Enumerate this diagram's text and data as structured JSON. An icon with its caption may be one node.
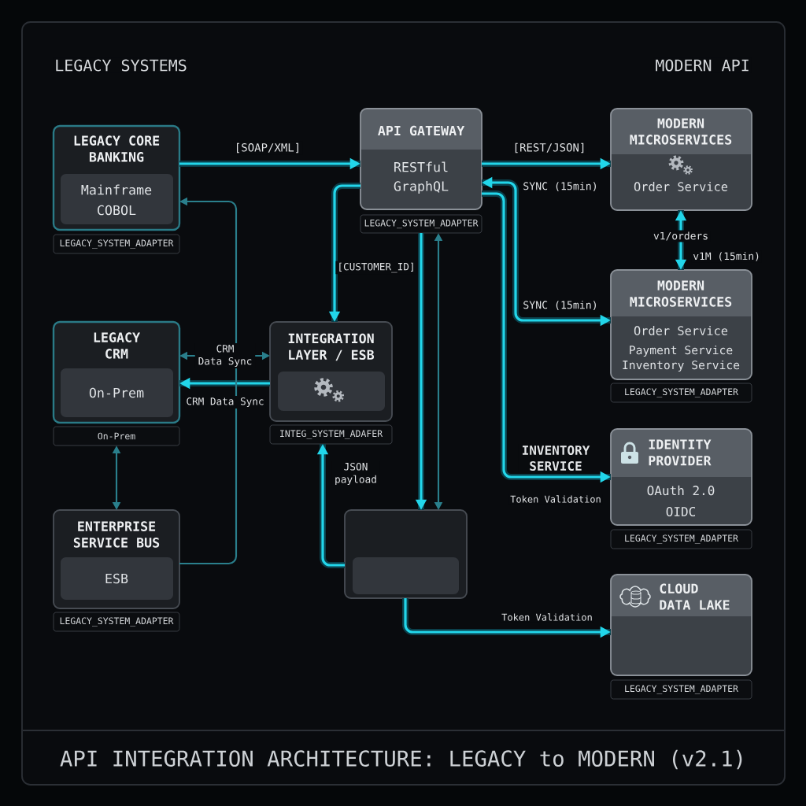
{
  "diagram": {
    "title": "API INTEGRATION ARCHITECTURE: LEGACY to MODERN (v2.1)",
    "nodes": [
      {
        "text": [
          "LEGACY CORE BANKING",
          "Mainframe",
          "COBOL"
        ],
        "beside": [
          "LEGACY_SYSTEM_ADAPTER"
        ]
      },
      {
        "text": [
          "API GATEWAY",
          "RESTful",
          "GraphQL"
        ],
        "beside": [
          "LEGACY_SYSTEM_ADAPTER"
        ]
      },
      {
        "text": [
          "MODERN MICROSERVICES",
          "Order Service"
        ]
      },
      {
        "text": [
          "MODERN MICROSERVICES",
          "Order Service",
          "Payment Service",
          "Inventory Service"
        ],
        "beside": [
          "LEGACY_SYSTEM_ADAPTER"
        ]
      },
      {
        "text": [
          "LEGACY CRM",
          "On-Prem"
        ],
        "beside": [
          "On-Prem"
        ]
      },
      {
        "text": [
          "INTEGRATION LAYER / ESB"
        ],
        "beside": [
          "INTEG_SYSTEM_ADAFER"
        ]
      },
      {
        "text": [
          "IDENTITY PROVIDER",
          "OAuth 2.0",
          "OIDC"
        ],
        "beside": [
          "LEGACY_SYSTEM_ADAPTER"
        ]
      },
      {
        "text": [
          "ENTERPRISE SERVICE BUS",
          "ESB"
        ],
        "beside": [
          "LEGACY_SYSTEM_ADAPTER"
        ]
      },
      {
        "text": [],
        "shape": "box"
      },
      {
        "text": [
          "CLOUD DATA LAKE"
        ],
        "beside": [
          "LEGACY_SYSTEM_ADAPTER"
        ]
      }
    ],
    "edges": [
      {
        "from": 0,
        "to": 1,
        "arrow": "to",
        "label": "[SOAP/XML]"
      },
      {
        "from": 1,
        "to": 2,
        "arrow": "to",
        "label": "[REST/JSON]"
      },
      {
        "from": 2,
        "to": 3,
        "arrow": "both",
        "label": "v1/orders"
      },
      {
        "from": 1,
        "to": 3,
        "arrow": "both",
        "label": "SYNC (15min)"
      },
      {
        "from": 1,
        "to": 6,
        "arrow": "to",
        "label": "Token Validation"
      },
      {
        "from": 1,
        "to": 5,
        "arrow": "to",
        "label": "[CUSTOMER_ID]"
      },
      {
        "from": 1,
        "to": 8,
        "arrow": "to"
      },
      {
        "from": 1,
        "to": 8,
        "arrow": "both",
        "color": "#2a7f8c"
      },
      {
        "from": 5,
        "to": 4,
        "arrow": "to",
        "label": "CRM Data Sync"
      },
      {
        "from": 4,
        "to": 5,
        "arrow": "both",
        "label": "CRM Data Sync",
        "color": "#2a7f8c"
      },
      {
        "from": 7,
        "to": 0,
        "arrow": "to",
        "color": "#2a7f8c"
      },
      {
        "from": 4,
        "to": 7,
        "arrow": "both",
        "color": "#2a7f8c"
      },
      {
        "from": 8,
        "to": 5,
        "arrow": "to",
        "label": "JSON payload"
      },
      {
        "from": 8,
        "to": 9,
        "arrow": "to",
        "label": "Token Validation"
      }
    ],
    "labels": [
      "LEGACY SYSTEMS",
      "MODERN API",
      "SYNC (15min)",
      "v1M (15min)",
      "INVENTORY SERVICE"
    ]
  }
}
